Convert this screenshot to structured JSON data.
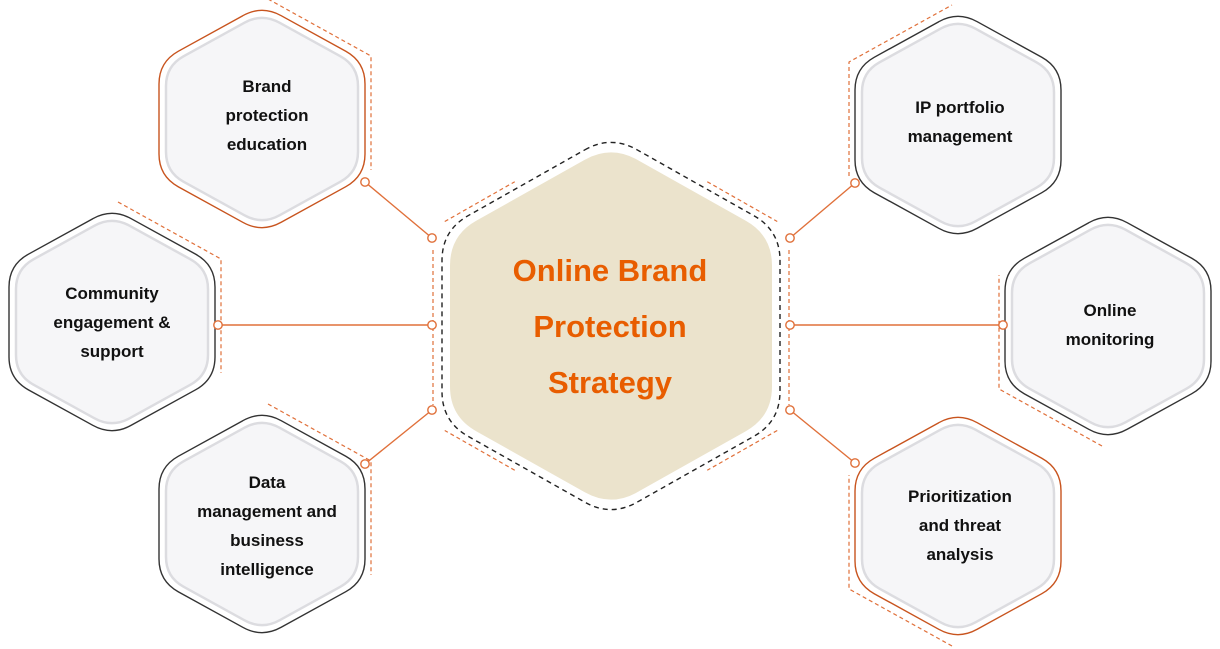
{
  "center": {
    "lines": [
      "Online Brand",
      "Protection",
      "Strategy"
    ]
  },
  "nodes": [
    {
      "id": "brand-protection-education",
      "side": "left",
      "lines": [
        "Brand",
        "protection",
        "education"
      ]
    },
    {
      "id": "community-engagement-support",
      "side": "left",
      "lines": [
        "Community",
        "engagement &",
        "support"
      ]
    },
    {
      "id": "data-management-business-intelligence",
      "side": "left",
      "lines": [
        "Data",
        "management and",
        "business",
        "intelligence"
      ]
    },
    {
      "id": "ip-portfolio-management",
      "side": "right",
      "lines": [
        "IP portfolio",
        "management"
      ]
    },
    {
      "id": "online-monitoring",
      "side": "right",
      "lines": [
        "Online",
        "monitoring"
      ]
    },
    {
      "id": "prioritization-threat-analysis",
      "side": "right",
      "lines": [
        "Prioritization",
        "and threat",
        "analysis"
      ]
    }
  ],
  "colors": {
    "accent": "#e85d00",
    "center_fill": "#ebe3cc",
    "node_fill": "#f6f6f8",
    "node_stroke": "#333333",
    "connector": "#e0703a"
  }
}
